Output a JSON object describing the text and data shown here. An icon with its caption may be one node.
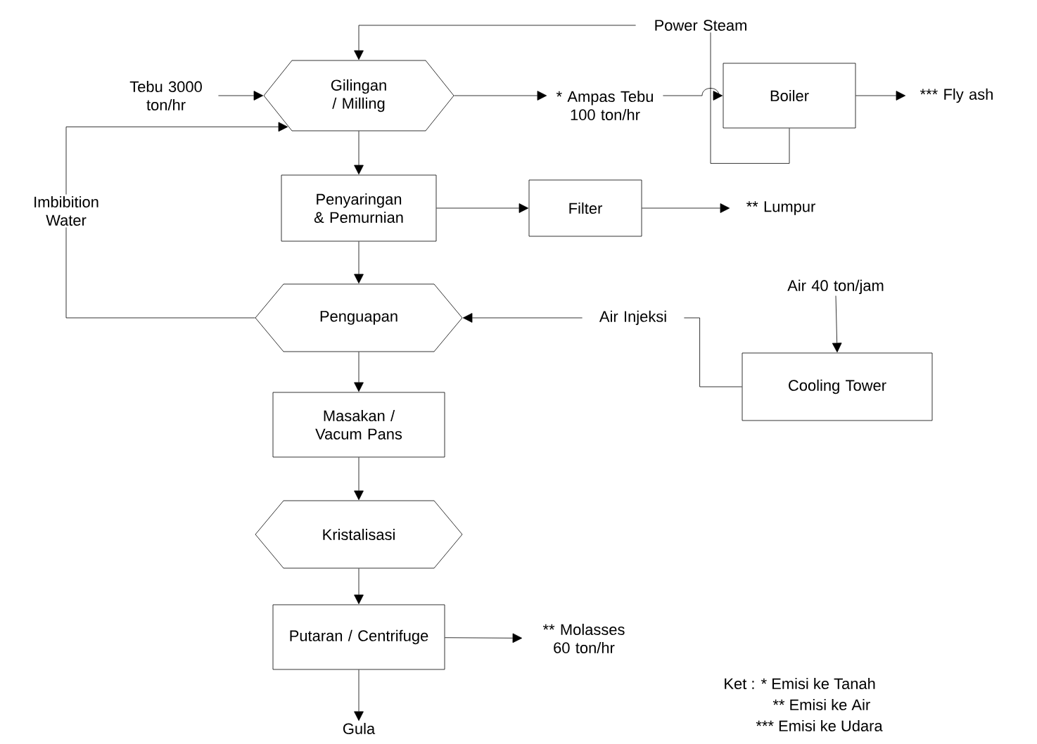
{
  "diagram": {
    "nodes": [
      {
        "text": [
          "Gilingan / Milling"
        ]
      },
      {
        "text": [
          "Tebu 3000 ton/hr"
        ]
      },
      {
        "text": [
          "* Ampas Tebu 100 ton/hr"
        ]
      },
      {
        "text": [
          "Boiler"
        ]
      },
      {
        "text": [
          "*** Fly ash"
        ]
      },
      {
        "text": [
          "Power Steam"
        ]
      },
      {
        "text": [
          "Penyaringan & Pemurnian"
        ]
      },
      {
        "text": [
          "Filter"
        ]
      },
      {
        "text": [
          "** Lumpur"
        ]
      },
      {
        "text": [
          "Imbibition Water"
        ]
      },
      {
        "text": [
          "Penguapan"
        ]
      },
      {
        "text": [
          "Air Injeksi"
        ]
      },
      {
        "text": [
          "Air 40 ton/jam"
        ]
      },
      {
        "text": [
          "Cooling Tower"
        ]
      },
      {
        "text": [
          "Masakan / Vacum Pans"
        ]
      },
      {
        "text": [
          "Kristalisasi"
        ]
      },
      {
        "text": [
          "Putaran / Centrifuge"
        ]
      },
      {
        "text": [
          "** Molasses 60 ton/hr"
        ]
      },
      {
        "text": [
          "Gula"
        ]
      }
    ],
    "edges": [
      {
        "from": 1,
        "to": 0,
        "arrow": "to"
      },
      {
        "from": 0,
        "to": 2,
        "arrow": "to"
      },
      {
        "from": 2,
        "to": 3,
        "arrow": "to"
      },
      {
        "from": 3,
        "to": 4,
        "arrow": "to"
      },
      {
        "from": 3,
        "to": 5,
        "arrow": "none"
      },
      {
        "from": 5,
        "to": 0,
        "arrow": "to"
      },
      {
        "from": 0,
        "to": 6,
        "arrow": "to"
      },
      {
        "from": 6,
        "to": 7,
        "arrow": "to"
      },
      {
        "from": 7,
        "to": 8,
        "arrow": "to"
      },
      {
        "from": 6,
        "to": 10,
        "arrow": "to"
      },
      {
        "from": 10,
        "to": 9,
        "arrow": "none"
      },
      {
        "from": 9,
        "to": 0,
        "arrow": "to"
      },
      {
        "from": 13,
        "to": 11,
        "arrow": "none"
      },
      {
        "from": 11,
        "to": 10,
        "arrow": "to"
      },
      {
        "from": 12,
        "to": 13,
        "arrow": "to"
      },
      {
        "from": 10,
        "to": 14,
        "arrow": "to"
      },
      {
        "from": 14,
        "to": 15,
        "arrow": "to"
      },
      {
        "from": 15,
        "to": 16,
        "arrow": "to"
      },
      {
        "from": 16,
        "to": 17,
        "arrow": "to"
      },
      {
        "from": 16,
        "to": 18,
        "arrow": "to"
      }
    ],
    "labels": [
      "Ket : * Emisi ke Tanah",
      "** Emisi ke Air",
      "*** Emisi ke Udara"
    ]
  }
}
